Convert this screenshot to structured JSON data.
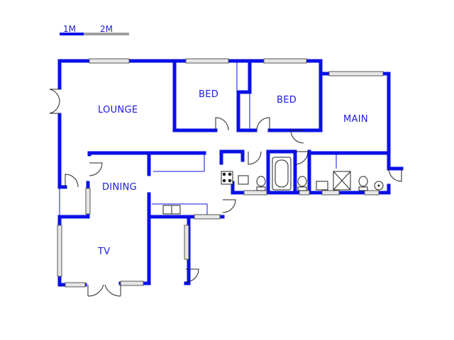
{
  "scale_bar": {
    "label_1": "1M",
    "label_2": "2M",
    "color_primary": "#0a10e6",
    "color_secondary": "#a0a0a0"
  },
  "rooms": {
    "lounge": "LOUNGE",
    "bed_1": "BED",
    "bed_2": "BED",
    "main": "MAIN",
    "dining": "DINING",
    "tv": "TV"
  },
  "colors": {
    "wall": "#0a10e6",
    "label": "#1a1ad8",
    "window": "#e6e6e6"
  }
}
